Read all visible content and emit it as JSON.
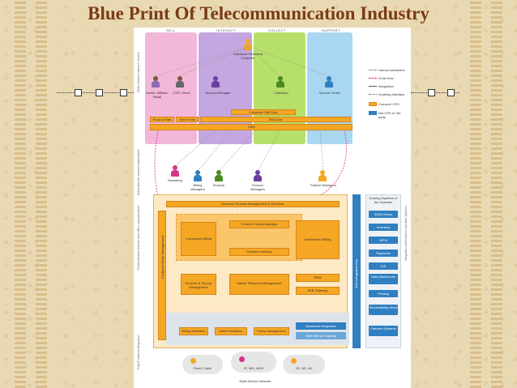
{
  "title": "Blue Print Of Telecommunication Industry",
  "columns": [
    "SELL",
    "INTERACT",
    "COLLECT",
    "SUPPORT"
  ],
  "top_node": "Individual / Business Customer",
  "personas": [
    "Dealer, Affiliate, Retail",
    "CSR, Direct",
    "Account Manager",
    "Collection",
    "Service Center"
  ],
  "channels": {
    "corporate_self_care": "Corporate Self Care",
    "point_of_sale": "Point of Sale",
    "web_portal": "Web Portal",
    "self_care": "Self Care",
    "crm": "CRM"
  },
  "mid_roles": [
    "Marketing",
    "Billing Managers",
    "Finance",
    "Product Managers",
    "Partner Managers"
  ],
  "bpm": "Business Process Management & Workflow",
  "core": {
    "customer_order_mgmt": "Customer Order Management",
    "convergent_billing": "Convergent Billing",
    "central_product_manager": "Central Product Manager",
    "product_inventory": "Product Inventory",
    "interpartner_billing": "InterPartner Billing",
    "voucher": "Voucher & Top-Up Management",
    "master_resource": "Master Resource Management",
    "prm": "PRM",
    "b2b_gateway": "B2B Gateway",
    "soa_bus": "SOA Integration Bus"
  },
  "mediation": [
    "Billing Mediation",
    "Active Mediation",
    "Policy Management"
  ],
  "network": {
    "advanced_integration": "Advanced Integration",
    "service_catalog": "Next Service Catalog",
    "clouds": [
      "Fixed, Cable",
      "IP, IMS, NGN",
      "2G, 3G, 4G"
    ],
    "caption": "Multi-Service Network"
  },
  "right_panel": {
    "header": "Existing Systems of the Operator",
    "items": [
      "SMSC/Inbox",
      "Inventory",
      "WFM",
      "Payments",
      "GIS",
      "Data Warehouse",
      "Printing",
      "Serviceability check",
      "Partners Systems"
    ]
  },
  "legend": [
    "Human Interaction",
    "Order flow",
    "Integration",
    "Ordering Interface",
    "Comarch OSS",
    "Not OSS or 3rd party"
  ],
  "side_labels": [
    "Multi-channel Customer Service",
    "Automation for relevant stakeholders",
    "Comprehensive tools for back office and operations",
    "Integration with Partners and other Systems",
    "Fully IP network integration"
  ]
}
